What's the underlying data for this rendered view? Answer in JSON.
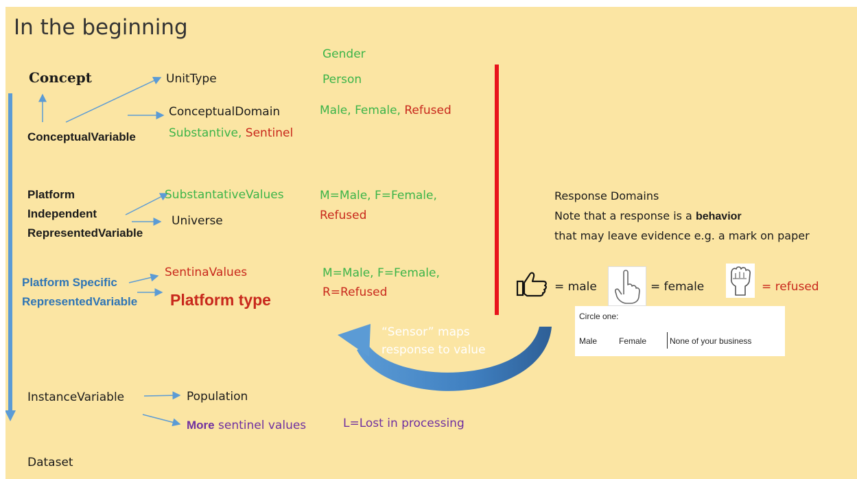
{
  "title": "In the beginning",
  "left_column": {
    "concept": "Concept",
    "conceptual_variable": "ConceptualVariable",
    "platform_independent": [
      "Platform",
      "Independent",
      "RepresentedVariable"
    ],
    "platform_specific": [
      "Platform Specific",
      "RepresentedVariable"
    ],
    "instance_variable": "InstanceVariable",
    "dataset": "Dataset"
  },
  "middle_column": {
    "unit_type": "UnitType",
    "conceptual_domain": "ConceptualDomain",
    "substantive": "Substantive,",
    "sentinel": "Sentinel",
    "substantative_values": "SubstantativeValues",
    "universe": "Universe",
    "sentina_values": "SentinaValues",
    "platform_type": "Platform type",
    "population": "Population",
    "more_bold": "More",
    "more_rest": "sentinel values"
  },
  "value_column": {
    "gender": "Gender",
    "person": "Person",
    "male_female": "Male, Female,",
    "refused": "Refused",
    "mf_line1": "M=Male, F=Female,",
    "mf_refused": "Refused",
    "mfr_line1": "M=Male, F=Female,",
    "mfr_line2": "R=Refused",
    "lost": "L=Lost in processing"
  },
  "sensor_note": [
    "“Sensor” maps",
    "response to value"
  ],
  "response": {
    "heading": "Response Domains",
    "note_prefix": "Note that a response is a",
    "note_bold": "behavior",
    "note_line2": "that may leave evidence e.g. a mark on paper",
    "male": "= male",
    "female": "= female",
    "refused": "= refused",
    "icons": [
      "thumbs-up-icon",
      "pointing-hand-icon",
      "raised-fist-icon"
    ]
  },
  "form": {
    "prompt": "Circle one:",
    "options": [
      "Male",
      "Female",
      "None of your business"
    ]
  },
  "colors": {
    "background": "#fbe5a3",
    "green": "#3cb449",
    "red": "#c8281c",
    "blue": "#2f75b5",
    "purple": "#7030a0",
    "red_divider": "#e8141b",
    "arrow_blue": "#5b9bd5"
  }
}
